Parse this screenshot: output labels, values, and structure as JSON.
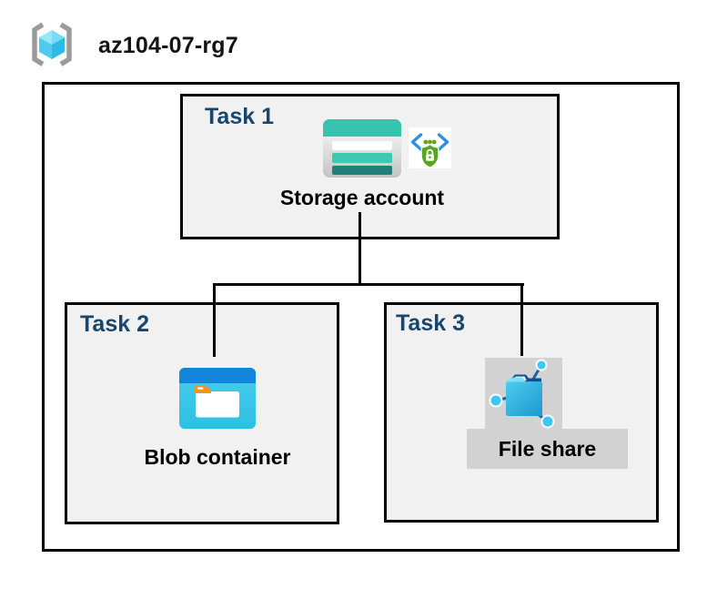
{
  "header": {
    "resource_group": "az104-07-rg7"
  },
  "tasks": [
    {
      "label": "Task 1",
      "resource": "Storage account",
      "icons": [
        "storage-account-icon",
        "secure-endpoint-icon"
      ]
    },
    {
      "label": "Task 2",
      "resource": "Blob container",
      "icons": [
        "blob-container-icon"
      ]
    },
    {
      "label": "Task 3",
      "resource": "File share",
      "icons": [
        "file-share-icon"
      ]
    }
  ],
  "colors": {
    "task_label": "#17466e",
    "task_box_fill": "#f1f1f1",
    "highlight_fill": "#d2d2d2",
    "border": "#000000",
    "storage_teal": "#37c3ad",
    "storage_teal_dark": "#1e8076",
    "blob_blue": "#1284da",
    "blob_cyan": "#3bc8ec",
    "blob_tab_orange": "#f5941e",
    "shield_green": "#56a61e",
    "bracket_blue": "#2f8ee2",
    "fileshare_navy": "#0e4f8c",
    "node_blue": "#3dc7f4",
    "rg_cube_cyan": "#50cbf0",
    "rg_bracket_gray": "#9b9b9b"
  }
}
